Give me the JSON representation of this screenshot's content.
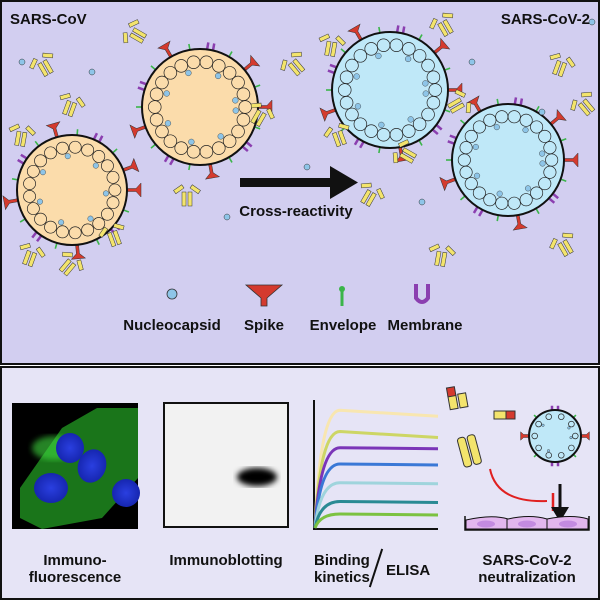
{
  "top": {
    "left_title": "SARS-CoV",
    "right_title": "SARS-CoV-2",
    "arrow_label": "Cross-reactivity",
    "legend": [
      {
        "label": "Nucleocapsid",
        "icon": "nucleocapsid-icon"
      },
      {
        "label": "Spike",
        "icon": "spike-icon"
      },
      {
        "label": "Envelope",
        "icon": "envelope-icon"
      },
      {
        "label": "Membrane",
        "icon": "membrane-icon"
      }
    ],
    "colors": {
      "spike": "#d43a2e",
      "envelope": "#3bb54a",
      "membrane": "#8b3fb0",
      "sars_core": "#fbdcab",
      "sars2_core": "#bfe8f8",
      "antibody": "#f3e46c"
    }
  },
  "bottom": {
    "panels": [
      {
        "line1": "Immuno-",
        "line2": "fluorescence"
      },
      {
        "line1": "Immunoblotting",
        "line2": ""
      },
      {
        "line1": "Binding",
        "line2": "kinetics",
        "extra": "ELISA"
      },
      {
        "line1": "SARS-CoV-2",
        "line2": "neutralization"
      }
    ],
    "curve_colors": [
      "#f8e6b0",
      "#cdd665",
      "#7b35b8",
      "#3a78d6",
      "#9fd4dc",
      "#2a8a94",
      "#7cc241"
    ]
  }
}
